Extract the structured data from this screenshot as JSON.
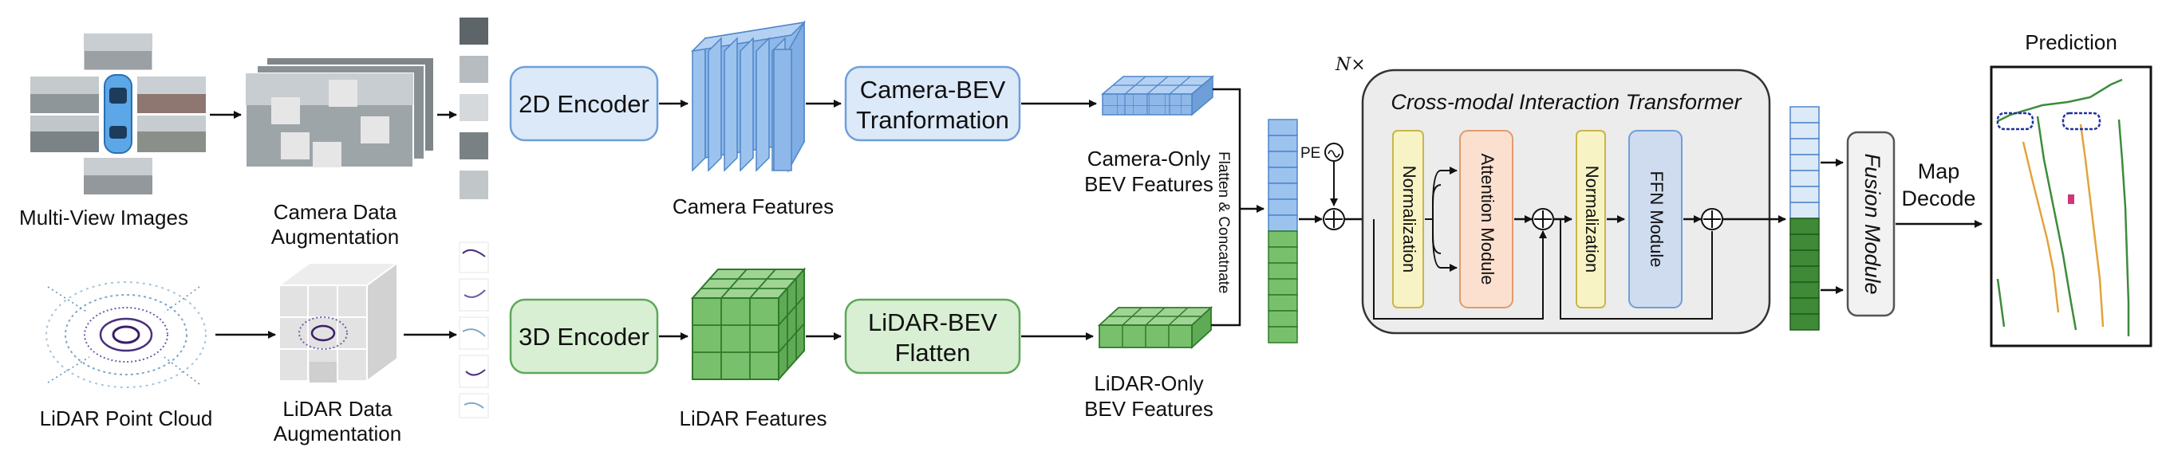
{
  "inputs": {
    "multi_view_label": "Multi-View Images",
    "camera_aug_label": [
      "Camera Data",
      "Augmentation"
    ],
    "lidar_cloud_label": "LiDAR Point Cloud",
    "lidar_aug_label": [
      "LiDAR Data",
      "Augmentation"
    ]
  },
  "camera_branch": {
    "encoder_label": "2D Encoder",
    "features_label": "Camera Features",
    "bev_label": [
      "Camera-BEV",
      "Tranformation"
    ],
    "bev_features_label": [
      "Camera-Only",
      "BEV Features"
    ]
  },
  "lidar_branch": {
    "encoder_label": "3D Encoder",
    "features_label": "LiDAR Features",
    "bev_label": [
      "LiDAR-BEV",
      "Flatten"
    ],
    "bev_features_label": [
      "LiDAR-Only",
      "BEV Features"
    ]
  },
  "flatten_label": "Flatten & Concatnate",
  "pe_label": "PE",
  "transformer": {
    "repeat_label": "N×",
    "title": "Cross-modal Interaction Transformer",
    "norm1_label": "Normalization",
    "attention_label": "Attention Module",
    "norm2_label": "Normalization",
    "ffn_label": "FFN Module"
  },
  "fusion_label": "Fusion Module",
  "map_decode_label": [
    "Map",
    "Decode"
  ],
  "prediction_label": "Prediction",
  "colors": {
    "camera_fill": "#dce9f8",
    "camera_stroke": "#6f9fd8",
    "camera_cube": "#8fb8ea",
    "lidar_fill": "#d8efd3",
    "lidar_stroke": "#5ea85a",
    "lidar_cube": "#79c06c",
    "norm_fill": "#f7f3c4",
    "attention_fill": "#fbe0cf",
    "ffn_fill": "#cfdcef",
    "transformer_bg": "#ececec"
  }
}
